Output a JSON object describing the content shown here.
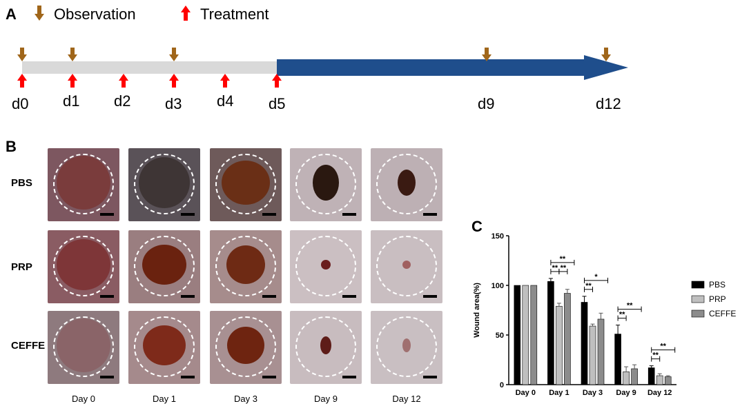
{
  "panel_a": {
    "letter": "A",
    "legend": {
      "observation": "Observation",
      "treatment": "Treatment"
    },
    "observation_color": "#a0661a",
    "treatment_color": "#ff0000",
    "gray_bar_color": "#d9d9d9",
    "blue_bar_color": "#1f4e8c",
    "days": [
      "d0",
      "d1",
      "d2",
      "d3",
      "d4",
      "d5",
      "d9",
      "d12"
    ],
    "observation_days": [
      "d0",
      "d1",
      "d3",
      "d9",
      "d12"
    ],
    "treatment_days": [
      "d0",
      "d1",
      "d2",
      "d3",
      "d4",
      "d5"
    ]
  },
  "panel_b": {
    "letter": "B",
    "rows": [
      "PBS",
      "PRP",
      "CEFFE"
    ],
    "columns": [
      "Day 0",
      "Day 1",
      "Day 3",
      "Day 9",
      "Day 12"
    ]
  },
  "panel_c": {
    "letter": "C",
    "chart_data": {
      "type": "bar",
      "ylabel": "Wound area(%)",
      "xlabel": "",
      "ylim": [
        0,
        150
      ],
      "yticks": [
        "0",
        "50",
        "100",
        "150"
      ],
      "categories": [
        "Day 0",
        "Day 1",
        "Day 3",
        "Day 9",
        "Day 12"
      ],
      "series": [
        {
          "name": "PBS",
          "color": "#000000",
          "values": [
            100,
            104,
            83,
            51,
            17
          ],
          "errors": [
            0,
            3,
            6,
            9,
            2
          ]
        },
        {
          "name": "PRP",
          "color": "#bfbfbf",
          "values": [
            100,
            79,
            59,
            13,
            9
          ],
          "errors": [
            0,
            3,
            2,
            5,
            2
          ]
        },
        {
          "name": "CEFFE",
          "color": "#8c8c8c",
          "values": [
            100,
            92,
            66,
            16,
            8
          ],
          "errors": [
            0,
            4,
            6,
            4,
            1
          ]
        }
      ],
      "legend_position": "right",
      "significance": [
        {
          "category": "Day 1",
          "pair": [
            "PBS",
            "PRP"
          ],
          "label": "**",
          "level": 1
        },
        {
          "category": "Day 1",
          "pair": [
            "PRP",
            "CEFFE"
          ],
          "label": "**",
          "level": 1
        },
        {
          "category": "Day 1",
          "pair": [
            "PBS",
            "CEFFE"
          ],
          "label": "**",
          "level": 2
        },
        {
          "category": "Day 3",
          "pair": [
            "PBS",
            "PRP"
          ],
          "label": "**",
          "level": 1
        },
        {
          "category": "Day 3",
          "pair": [
            "PBS",
            "CEFFE"
          ],
          "label": "*",
          "level": 2
        },
        {
          "category": "Day 9",
          "pair": [
            "PBS",
            "PRP"
          ],
          "label": "**",
          "level": 1
        },
        {
          "category": "Day 9",
          "pair": [
            "PBS",
            "CEFFE"
          ],
          "label": "**",
          "level": 2
        },
        {
          "category": "Day 12",
          "pair": [
            "PBS",
            "PRP"
          ],
          "label": "**",
          "level": 1
        },
        {
          "category": "Day 12",
          "pair": [
            "PBS",
            "CEFFE"
          ],
          "label": "**",
          "level": 2
        }
      ]
    }
  }
}
